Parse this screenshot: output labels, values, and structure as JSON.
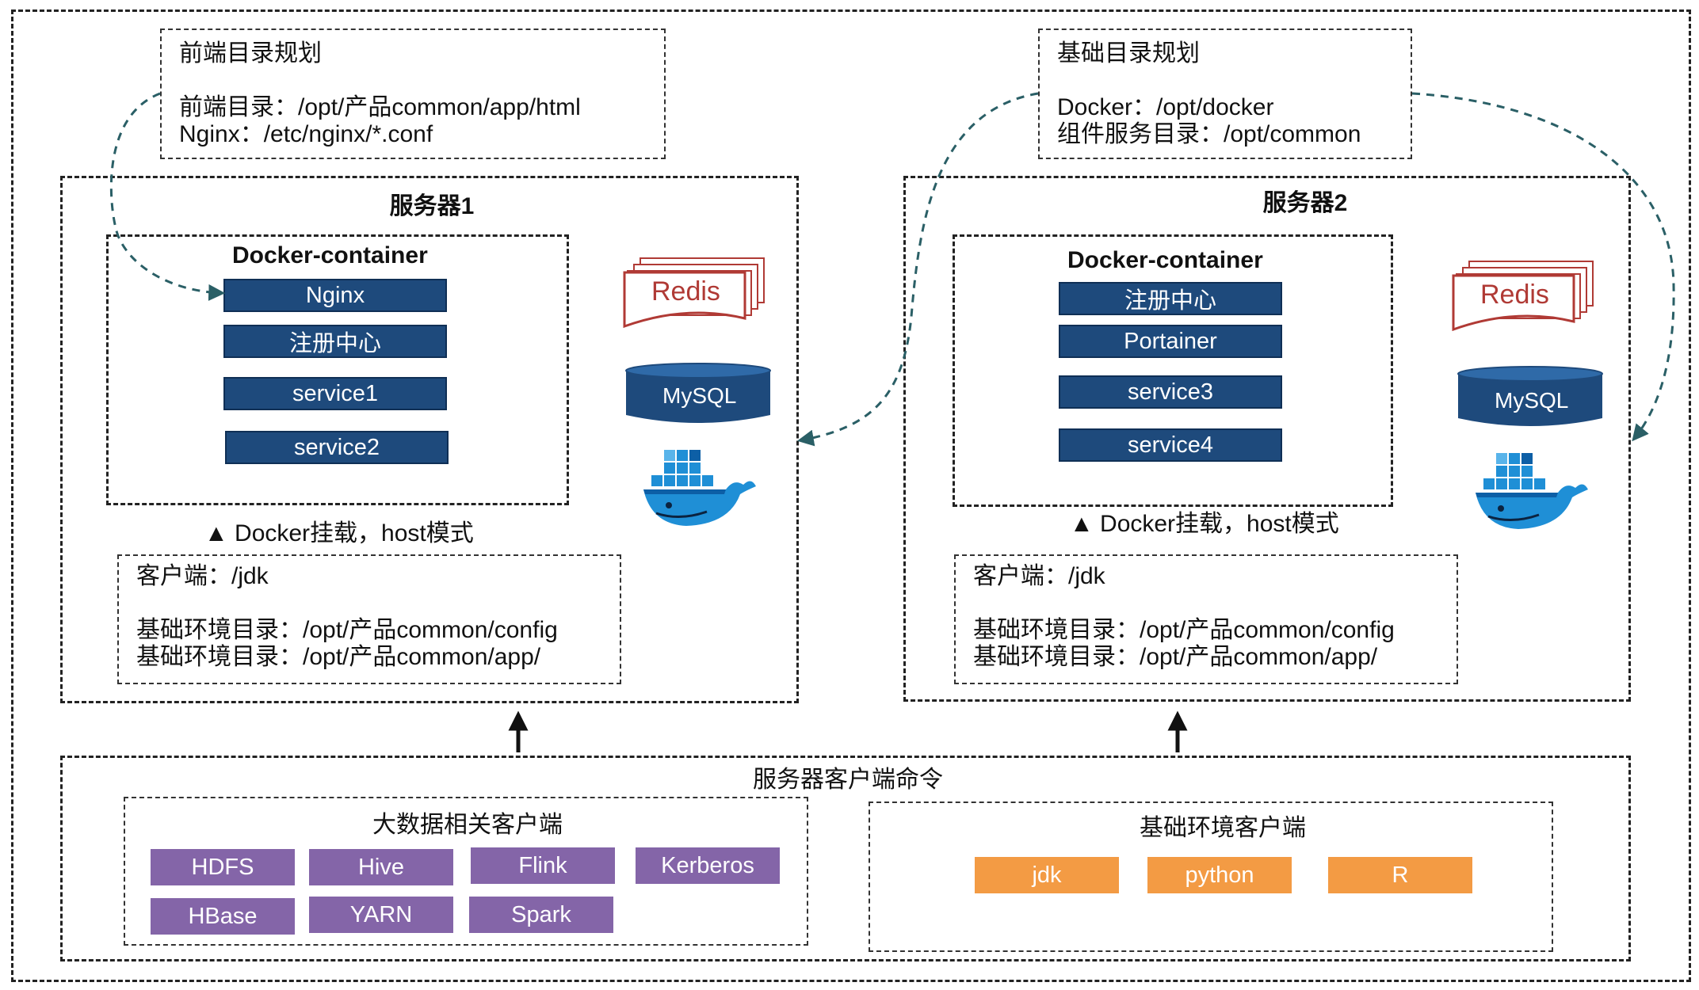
{
  "frontend_plan": {
    "title": "前端目录规划",
    "line1": "前端目录：/opt/产品common/app/html",
    "line2": "Nginx：/etc/nginx/*.conf"
  },
  "base_plan": {
    "title": "基础目录规划",
    "line1": "Docker：/opt/docker",
    "line2": "组件服务目录：/opt/common"
  },
  "server1": {
    "title": "服务器1",
    "container_title": "Docker-container",
    "services": [
      "Nginx",
      "注册中心",
      "service1",
      "service2"
    ],
    "redis": "Redis",
    "mysql": "MySQL",
    "mount_label": "▲   Docker挂载，host模式",
    "client": {
      "line1": "客户端：/jdk",
      "line2": "基础环境目录：/opt/产品common/config",
      "line3": "基础环境目录：/opt/产品common/app/"
    }
  },
  "server2": {
    "title": "服务器2",
    "container_title": "Docker-container",
    "services": [
      "注册中心",
      "Portainer",
      "service3",
      "service4"
    ],
    "redis": "Redis",
    "mysql": "MySQL",
    "mount_label": "▲   Docker挂载，host模式",
    "client": {
      "line1": "客户端：/jdk",
      "line2": "基础环境目录：/opt/产品common/config",
      "line3": "基础环境目录：/opt/产品common/app/"
    }
  },
  "commands": {
    "title": "服务器客户端命令",
    "bigdata": {
      "title": "大数据相关客户端",
      "items": [
        "HDFS",
        "Hive",
        "Flink",
        "Kerberos",
        "HBase",
        "YARN",
        "Spark"
      ]
    },
    "base_env": {
      "title": "基础环境客户端",
      "items": [
        "jdk",
        "python",
        "R"
      ]
    }
  },
  "colors": {
    "service_bar": "#1e4a7c",
    "bigdata_item": "#8465a8",
    "base_env_item": "#f39b44",
    "redis_red": "#b03a35",
    "docker_blue": "#1f8fd6",
    "arrow_teal": "#2a5f66"
  },
  "icons": [
    "redis-icon",
    "mysql-icon",
    "docker-whale-icon"
  ]
}
